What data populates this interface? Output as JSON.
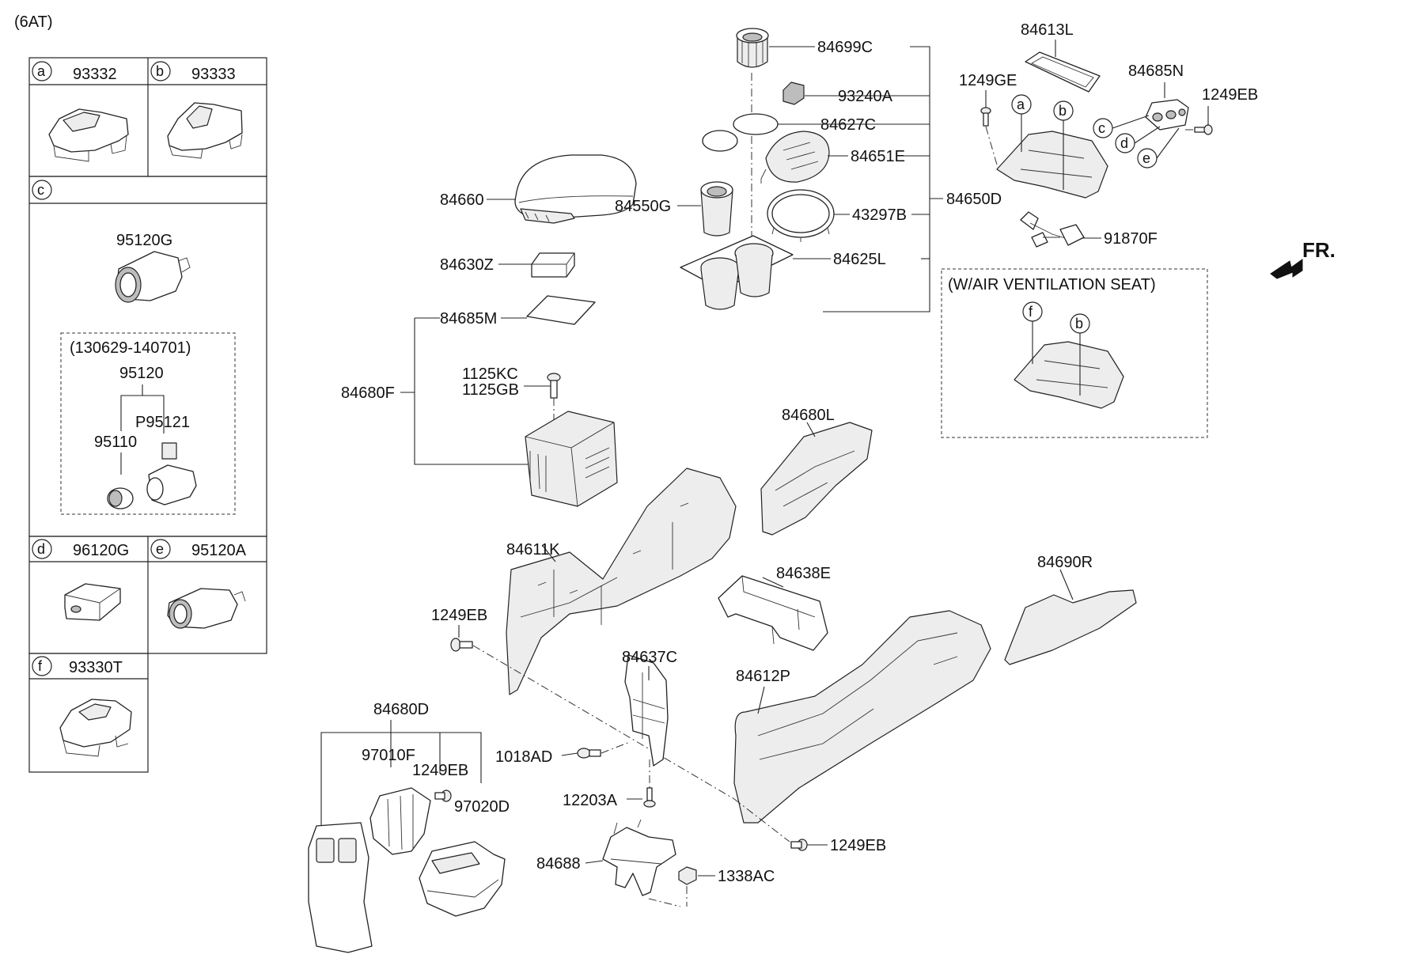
{
  "header": {
    "variant": "(6AT)"
  },
  "legend": {
    "a": {
      "letter": "a",
      "part": "93332"
    },
    "b": {
      "letter": "b",
      "part": "93333"
    },
    "c": {
      "letter": "c",
      "part_main": "95120G",
      "date_range": "(130629-140701)",
      "assy": "95120",
      "sub1": "95110",
      "sub2": "P95121"
    },
    "d": {
      "letter": "d",
      "part": "96120G"
    },
    "e": {
      "letter": "e",
      "part": "95120A"
    },
    "f": {
      "letter": "f",
      "part": "93330T"
    }
  },
  "labels": {
    "p84699C": "84699C",
    "p93240A": "93240A",
    "p84627C": "84627C",
    "p84651E": "84651E",
    "p84660": "84660",
    "p84550G": "84550G",
    "p43297B": "43297B",
    "p84650D": "84650D",
    "p84625L": "84625L",
    "p84630Z": "84630Z",
    "p84685M": "84685M",
    "p84680F": "84680F",
    "p1125KC": "1125KC",
    "p1125GB": "1125GB",
    "p84680L": "84680L",
    "p84611K": "84611K",
    "p84638E": "84638E",
    "p84690R": "84690R",
    "p1249EB_a": "1249EB",
    "p84637C": "84637C",
    "p84612P": "84612P",
    "p84680D": "84680D",
    "p97010F": "97010F",
    "p1249EB_b": "1249EB",
    "p97020D": "97020D",
    "p1018AD": "1018AD",
    "p12203A": "12203A",
    "p84688": "84688",
    "p1338AC": "1338AC",
    "p1249EB_c": "1249EB",
    "p84613L": "84613L",
    "p1249GE": "1249GE",
    "p84685N": "84685N",
    "p1249EB_d": "1249EB",
    "p91870F": "91870F"
  },
  "callouts": {
    "a": "a",
    "b": "b",
    "c": "c",
    "d": "d",
    "e": "e",
    "f": "f",
    "b2": "b"
  },
  "ventilation": {
    "title": "(W/AIR VENTILATION SEAT)"
  },
  "direction": {
    "label": "FR."
  },
  "icons": [
    "front-direction-arrow-icon"
  ]
}
